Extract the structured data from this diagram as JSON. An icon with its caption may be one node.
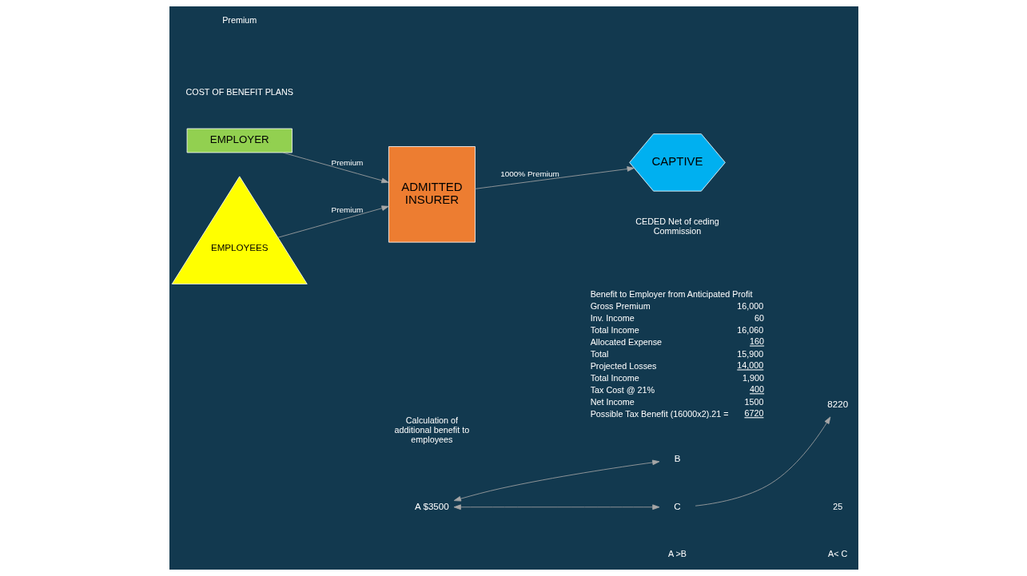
{
  "diagram": {
    "nodes": [
      {
        "text": [
          "EMPLOYER"
        ]
      },
      {
        "text": [
          "ADMITTED INSURER"
        ]
      },
      {
        "text": [
          "CAPTIVE"
        ]
      },
      {
        "text": [
          "EMPLOYEES"
        ]
      },
      {
        "text": [
          "A $3500"
        ]
      },
      {
        "text": [
          "B"
        ]
      },
      {
        "text": [
          "C"
        ]
      },
      {
        "text": [
          "8220"
        ]
      }
    ],
    "edges": [
      {
        "from": 0,
        "to": 1,
        "arrow": "to",
        "label": "Premium"
      },
      {
        "from": 3,
        "to": 1,
        "arrow": "to",
        "label": "Premium"
      },
      {
        "from": 1,
        "to": 2,
        "arrow": "to",
        "label": "1000% Premium"
      },
      {
        "from": 4,
        "to": 5,
        "arrow": "both"
      },
      {
        "from": 4,
        "to": 6,
        "arrow": "both"
      },
      {
        "from": 6,
        "to": 7,
        "arrow": "to"
      }
    ],
    "labels": [
      "Premium",
      "COST OF BENEFIT PLANS",
      "CEDED Net of ceding Commission",
      "Benefit to Employer from Anticipated Profit",
      "Gross Premium",
      "16,000",
      "Inv. Income",
      "60",
      "Total Income",
      "16,060",
      "Allocated Expense",
      "160",
      "Total",
      "15,900",
      "Projected Losses",
      "14,000",
      "Total Income",
      "1,900",
      "Tax Cost @ 21%",
      "400",
      "Net Income",
      "1500",
      "Possible Tax Benefit (16000x2).21 =",
      "6720",
      "Calculation of additional benefit to employees",
      "A >B",
      "A< C",
      "25"
    ]
  }
}
